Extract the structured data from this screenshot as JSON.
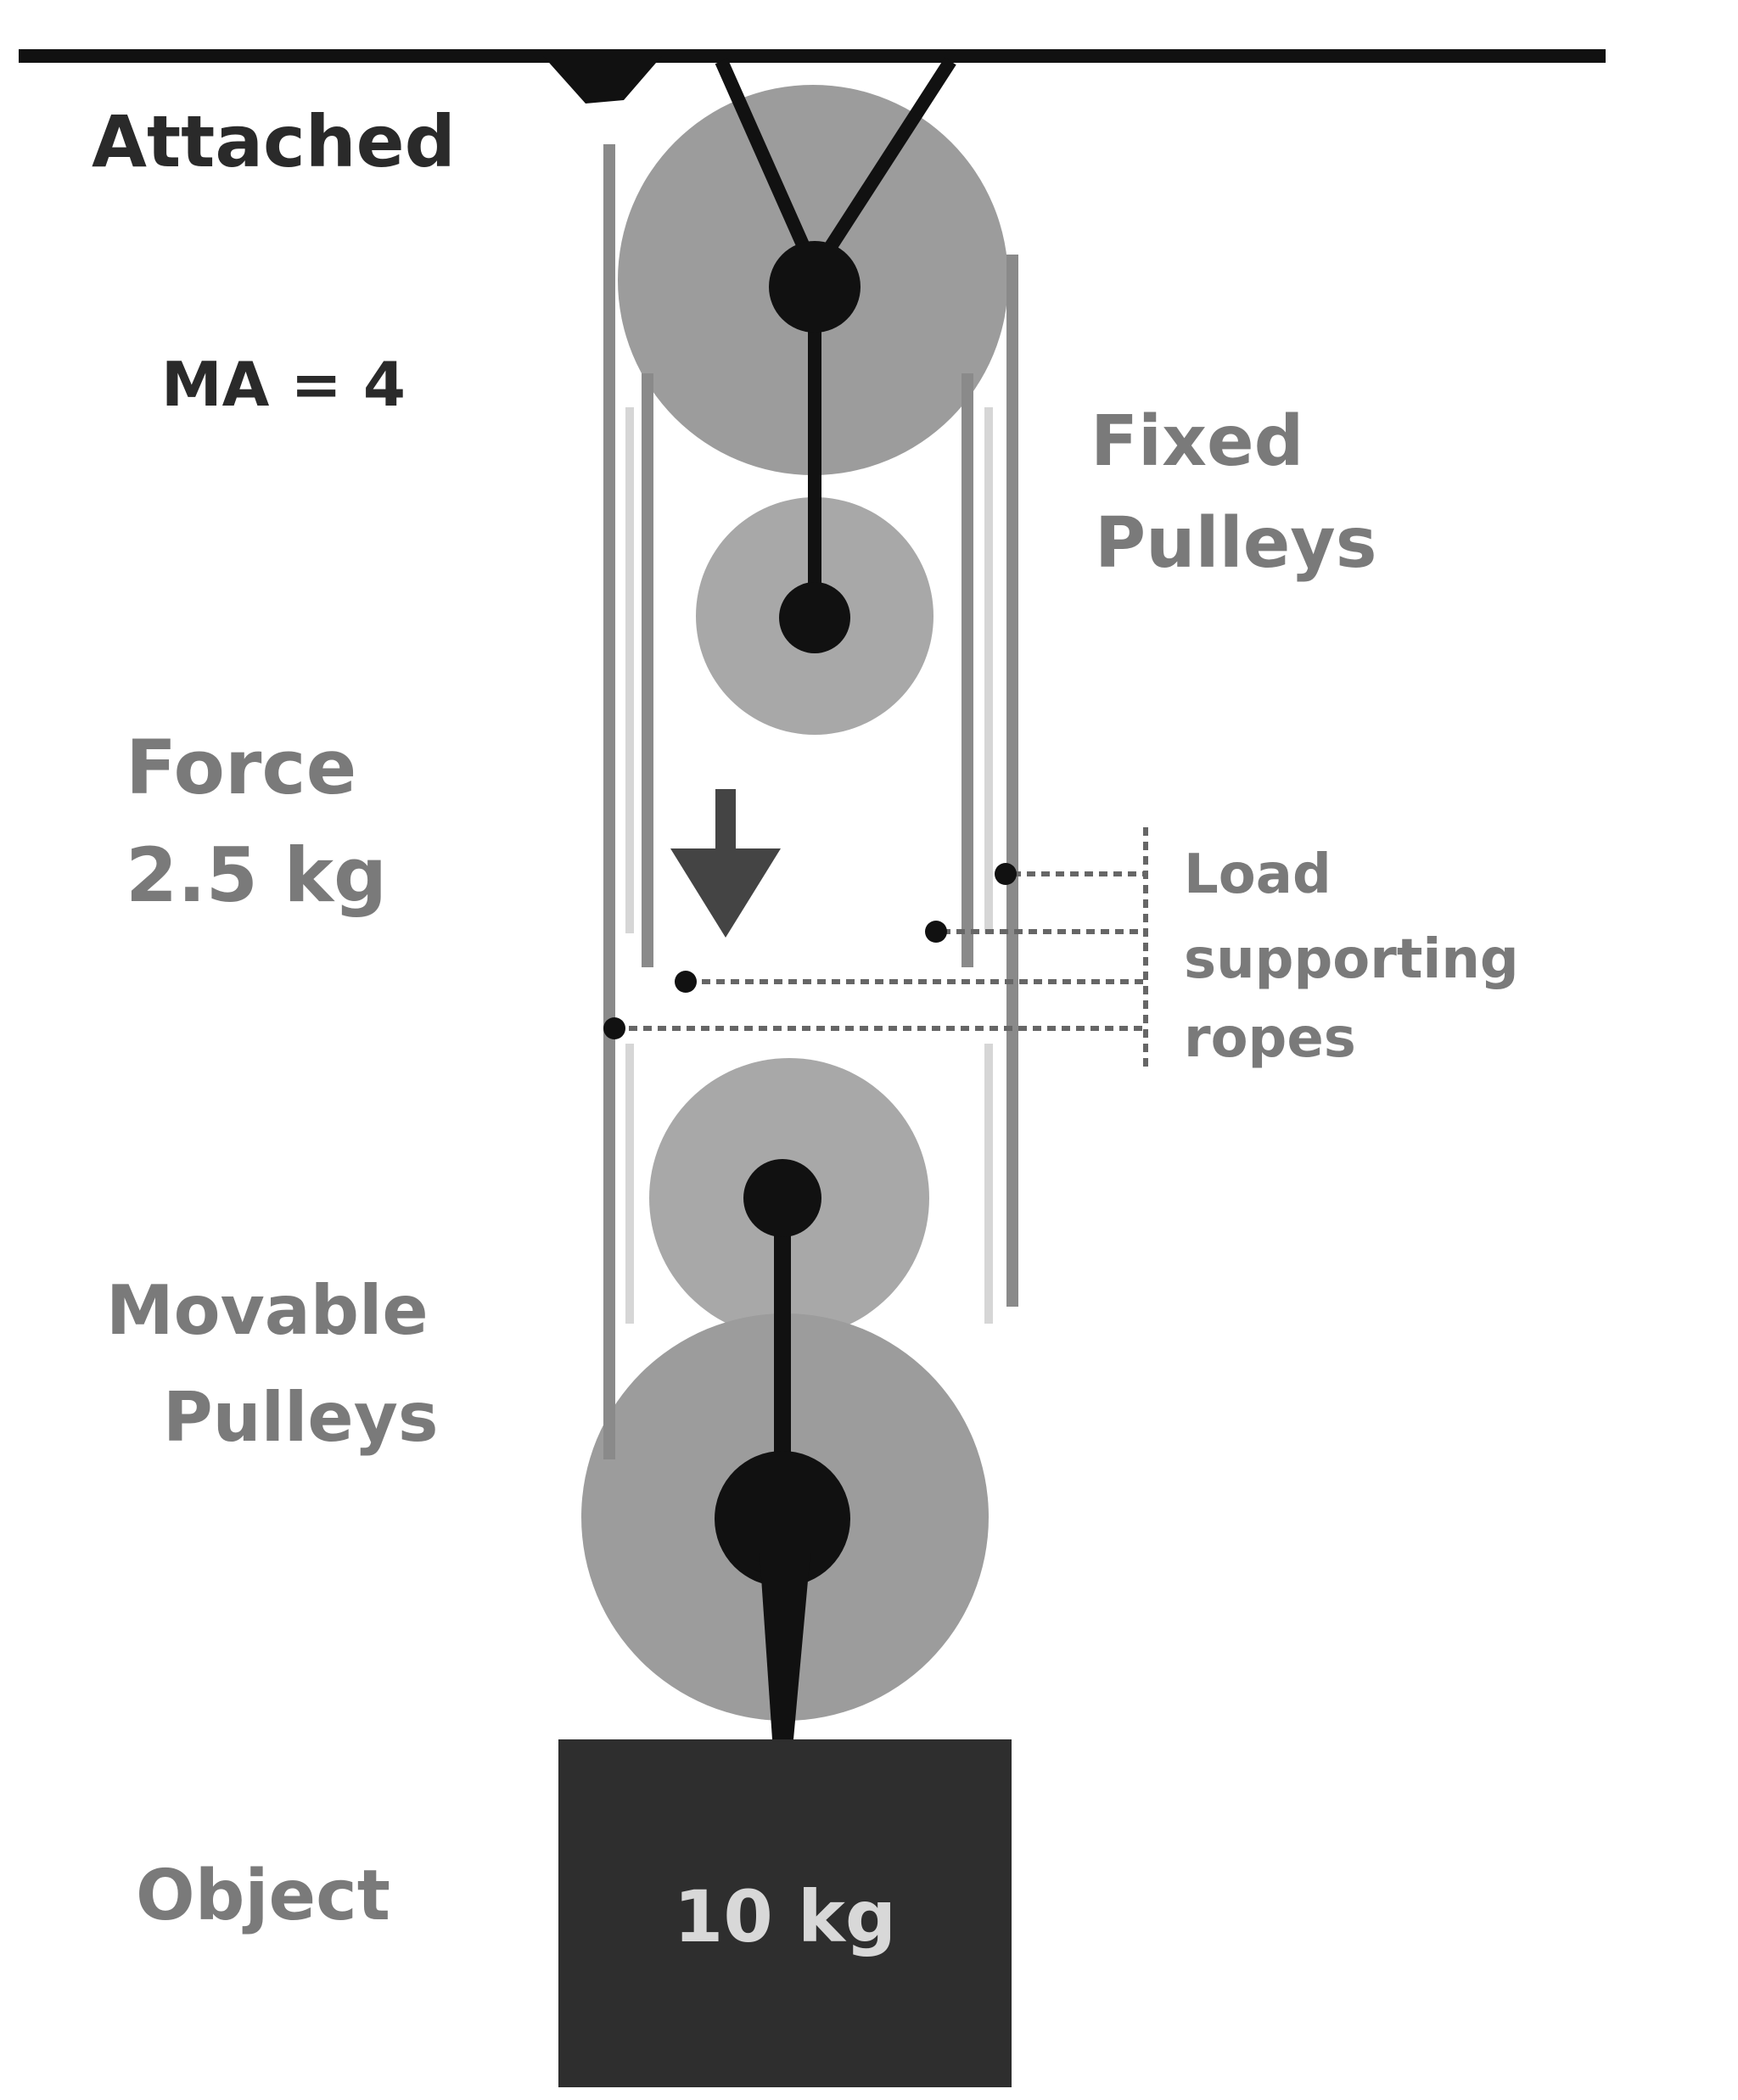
{
  "labels": {
    "attached": "Attached",
    "ma": "MA = 4",
    "fixed_line1": "Fixed",
    "fixed_line2": "Pulleys",
    "force_line1": "Force",
    "force_line2": "2.5 kg",
    "load_line1": "Load",
    "load_line2": "supporting",
    "load_line3": "ropes",
    "movable_line1": "Movable",
    "movable_line2": "Pulleys",
    "object": "Object",
    "weight": "10 kg"
  },
  "colors": {
    "ink": "#111111",
    "pulley_fill": "#9c9c9c",
    "pulley_fill_light": "#b4b4b4",
    "rope_grey": "#8a8a8a",
    "object_fill": "#2e2e2e",
    "object_text": "#d8d8d8"
  },
  "icons": {
    "force": "down-arrow",
    "rope_end": "star-marker"
  }
}
